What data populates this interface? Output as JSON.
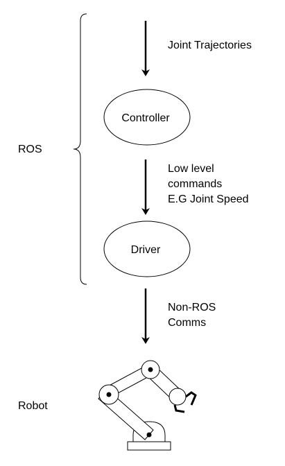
{
  "labels": {
    "ros": "ROS",
    "robot": "Robot",
    "joint_trajectories": "Joint Trajectories",
    "low_level": [
      "Low level",
      "commands",
      "E.G Joint Speed"
    ],
    "non_ros": [
      "Non-ROS",
      "Comms"
    ]
  },
  "nodes": {
    "controller": "Controller",
    "driver": "Driver"
  },
  "colors": {
    "stroke": "#000000",
    "fill": "#ffffff",
    "text": "#000000"
  },
  "icons": {
    "robot_arm": "robot-arm-icon"
  }
}
